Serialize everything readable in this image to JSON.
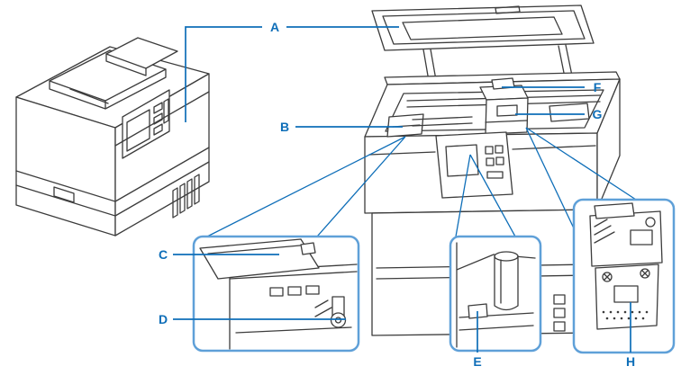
{
  "figure": {
    "colors": {
      "background": "#ffffff",
      "ink": "#3c3c3c",
      "callout": "#0e6eb8",
      "box_border": "#5fa0d8"
    },
    "labels": [
      {
        "letter": "A"
      },
      {
        "letter": "B"
      },
      {
        "letter": "C"
      },
      {
        "letter": "D"
      },
      {
        "letter": "E"
      },
      {
        "letter": "F"
      },
      {
        "letter": "G"
      },
      {
        "letter": "H"
      }
    ]
  }
}
